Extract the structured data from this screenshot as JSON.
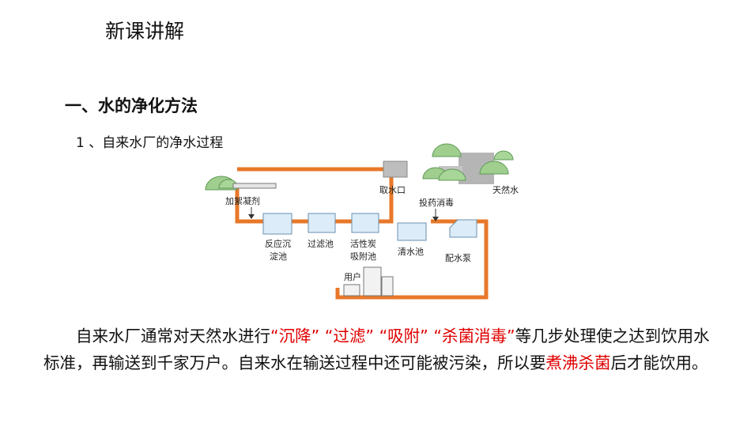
{
  "slide_title": "新课讲解",
  "section_heading": "一、水的净化方法",
  "subheading": "1 、自来水厂的净水过程",
  "diagram": {
    "labels": {
      "natural_water": "天然水",
      "water_intake": "取水口",
      "add_coagulant": "加絮凝剂",
      "dosing_disinfect": "投药消毒",
      "reaction_sedimentation_1": "反应沉",
      "reaction_sedimentation_2": "淀池",
      "filtration": "过滤池",
      "activated_carbon_1": "活性炭",
      "activated_carbon_2": "吸附池",
      "clear_water": "清水池",
      "distribution_pump": "配水泵",
      "user": "用户"
    },
    "colors": {
      "pipe": "#e8782a",
      "tank": "#dcecf8",
      "tank_stroke": "#6a8fb0",
      "tree": "#9fce8f",
      "tree_dark": "#5f9a55",
      "rock": "#b5b5b5"
    }
  },
  "body": {
    "part1": "自来水厂通常对天然水进行",
    "hl1": "“沉降”",
    "hl2": "“过滤”",
    "hl3": "“吸附”",
    "hl4": "“杀菌消毒”",
    "part2": "等几步处理使之达到饮用水标准，再输送到千家万户。自来水在输送过程中还可能被污染，所以要",
    "hl5": "煮沸杀菌",
    "part3": "后才能饮用。"
  }
}
